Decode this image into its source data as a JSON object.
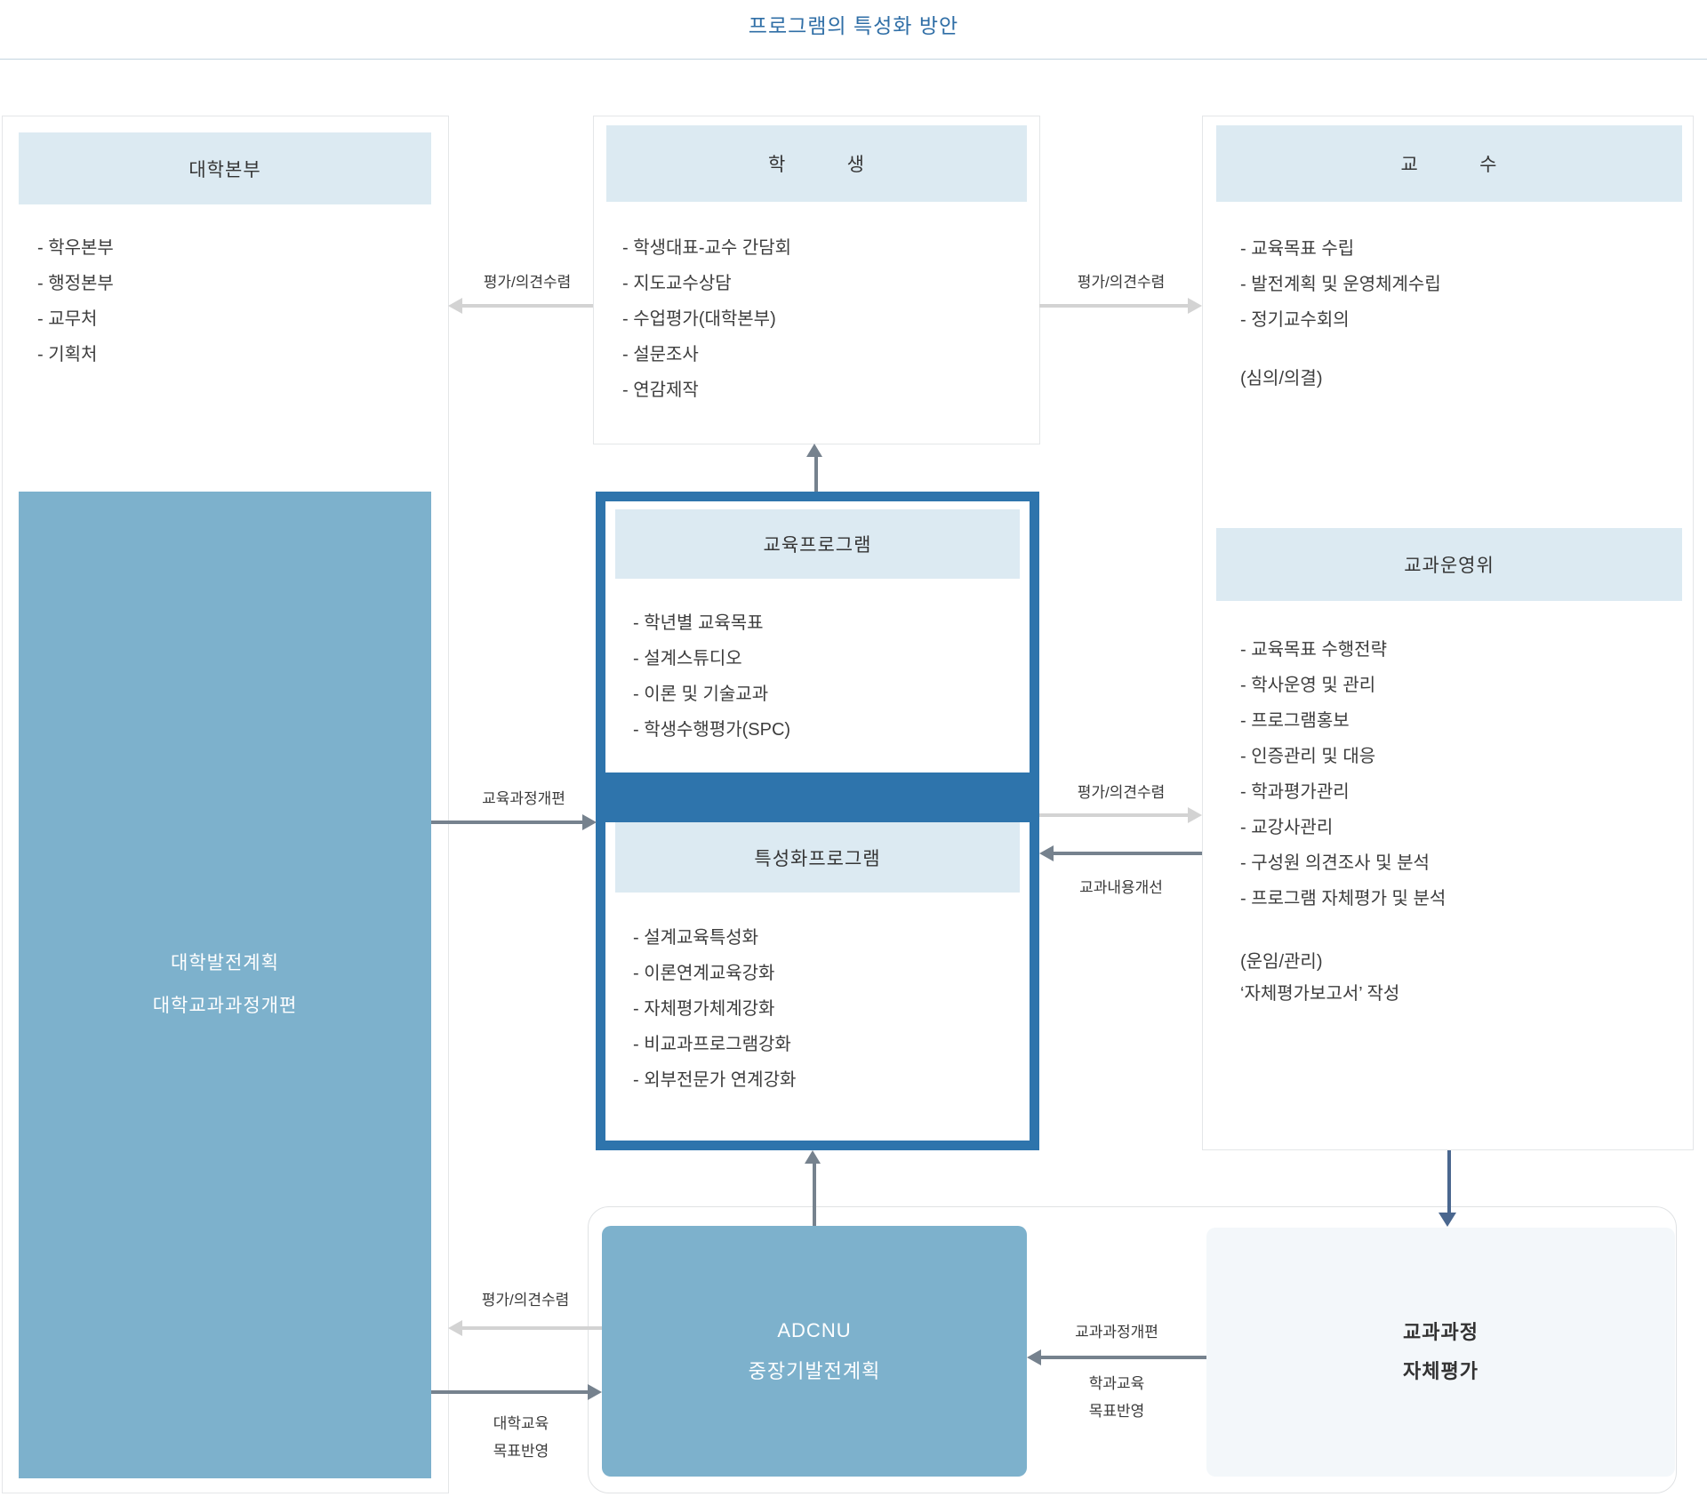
{
  "title": "프로그램의 특성화 방안",
  "hq": {
    "header": "대학본부",
    "items": [
      "- 학우본부",
      "- 행정본부",
      "- 교무처",
      "- 기획처"
    ],
    "plan": {
      "line1": "대학발전계획",
      "line2": "대학교과과정개편"
    }
  },
  "student": {
    "header": "학          생",
    "items": [
      "- 학생대표-교수 간담회",
      "- 지도교수상담",
      "- 수업평가(대학본부)",
      "- 설문조사",
      "- 연감제작"
    ]
  },
  "professor": {
    "header": "교          수",
    "items": [
      "- 교육목표 수립",
      "- 발전계획 및 운영체계수립",
      "- 정기교수회의"
    ],
    "note": "(심의/의결)"
  },
  "committee": {
    "header": "교과운영위",
    "items": [
      "- 교육목표 수행전략",
      "- 학사운영 및 관리",
      "- 프로그램홍보",
      "- 인증관리 및 대응",
      "- 학과평가관리",
      "- 교강사관리",
      "- 구성원 의견조사 및 분석",
      "- 프로그램 자체평가 및 분석"
    ],
    "note1": "(운임/관리)",
    "note2": "‘자체평가보고서’ 작성"
  },
  "edu_program": {
    "header": "교육프로그램",
    "items": [
      "- 학년별 교육목표",
      "- 설계스튜디오",
      "- 이론 및 기술교과",
      "- 학생수행평가(SPC)"
    ]
  },
  "special_program": {
    "header": "특성화프로그램",
    "items": [
      "- 설계교육특성화",
      "- 이론연계교육강화",
      "- 자체평가체계강화",
      "- 비교과프로그램강화",
      "- 외부전문가 연계강화"
    ]
  },
  "adcnu": {
    "line1": "ADCNU",
    "line2": "중장기발전계획"
  },
  "self_eval": {
    "line1": "교과과정",
    "line2": "자체평가"
  },
  "labels": {
    "feedback_hq": "평가/의견수렴",
    "feedback_prof": "평가/의견수렴",
    "curriculum_reform": "교육과정개편",
    "feedback_committee": "평가/의견수렴",
    "content_improvement": "교과내용개선",
    "feedback_adcnu": "평가/의견수렴",
    "univ_goal_line1": "대학교육",
    "univ_goal_line2": "목표반영",
    "curriculum_reform_bottom": "교과과정개편",
    "dept_goal_line1": "학과교육",
    "dept_goal_line2": "목표반영"
  },
  "colors": {
    "title_blue": "#2f6ea6",
    "accent_blue": "#2e74ac",
    "panel_blue": "#7db1cc",
    "header_bg": "#dceaf2",
    "light_arrow": "#d3d3d3",
    "dark_arrow": "#76828e",
    "down_arrow": "#4a678f"
  }
}
